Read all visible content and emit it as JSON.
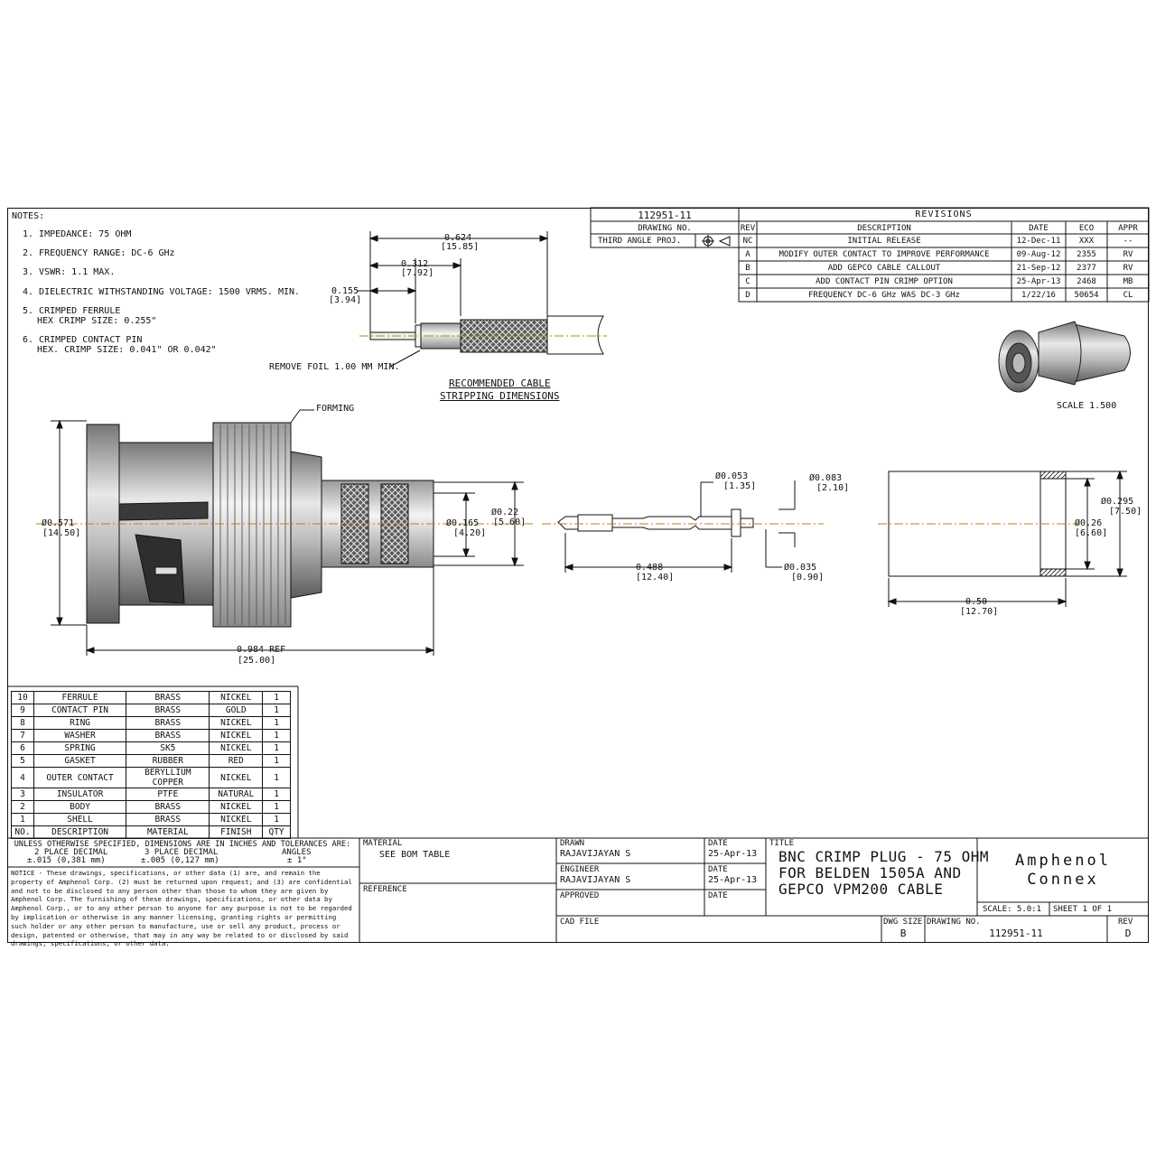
{
  "notes": {
    "heading": "NOTES:",
    "items": [
      "1. IMPEDANCE: 75 OHM",
      "2. FREQUENCY RANGE: DC-6 GHz",
      "3. VSWR: 1.1 MAX.",
      "4. DIELECTRIC WITHSTANDING VOLTAGE: 1500 VRMS. MIN.",
      "5. CRIMPED FERRULE",
      "HEX CRIMP SIZE: 0.255\"",
      "6. CRIMPED CONTACT PIN",
      "HEX. CRIMP SIZE: 0.041\" OR 0.042\""
    ]
  },
  "stripping": {
    "dims": [
      {
        "in": "0.624",
        "mm": "[15.85]"
      },
      {
        "in": "0.312",
        "mm": "[7.92]"
      },
      {
        "in": "0.155",
        "mm": "[3.94]"
      }
    ],
    "remove_foil": "REMOVE FOIL 1.00 MM MIN.",
    "caption_1": "RECOMMENDED CABLE",
    "caption_2": "STRIPPING DIMENSIONS"
  },
  "drawing_block": {
    "number": "112951-11",
    "label": "DRAWING NO.",
    "projection": "THIRD ANGLE PROJ."
  },
  "revisions": {
    "title": "REVISIONS",
    "headers": [
      "REV",
      "DESCRIPTION",
      "DATE",
      "ECO",
      "APPR"
    ],
    "rows": [
      [
        "NC",
        "INITIAL RELEASE",
        "12-Dec-11",
        "XXX",
        "--"
      ],
      [
        "A",
        "MODIFY OUTER CONTACT TO IMPROVE PERFORMANCE",
        "09-Aug-12",
        "2355",
        "RV"
      ],
      [
        "B",
        "ADD GEPCO CABLE CALLOUT",
        "21-Sep-12",
        "2377",
        "RV"
      ],
      [
        "C",
        "ADD CONTACT PIN CRIMP OPTION",
        "25-Apr-13",
        "2468",
        "MB"
      ],
      [
        "D",
        "FREQUENCY DC-6 GHz WAS DC-3 GHz",
        "1/22/16",
        "50654",
        "CL"
      ]
    ]
  },
  "iso_view": {
    "scale": "SCALE 1.500"
  },
  "plug_view": {
    "forming": "FORMING",
    "d1": {
      "in": "Ø0.571",
      "mm": "[14.50]"
    },
    "d2": {
      "in": "Ø0.165",
      "mm": "[4.20]"
    },
    "d3": {
      "in": "Ø0.22",
      "mm": "[5.60]"
    },
    "len": {
      "in": "0.984 REF",
      "mm": "[25.00]"
    }
  },
  "pin_view": {
    "d1": {
      "in": "Ø0.053",
      "mm": "[1.35]"
    },
    "d2": {
      "in": "Ø0.083",
      "mm": "[2.10]"
    },
    "d3": {
      "in": "Ø0.035",
      "mm": "[0.90]"
    },
    "len": {
      "in": "0.488",
      "mm": "[12.40]"
    }
  },
  "ferrule_view": {
    "d1": {
      "in": "Ø0.295",
      "mm": "[7.50]"
    },
    "d2": {
      "in": "Ø0.26",
      "mm": "[6.60]"
    },
    "len": {
      "in": "0.50",
      "mm": "[12.70]"
    }
  },
  "bom": {
    "headers": [
      "NO.",
      "DESCRIPTION",
      "MATERIAL",
      "FINISH",
      "QTY"
    ],
    "rows": [
      [
        "10",
        "FERRULE",
        "BRASS",
        "NICKEL",
        "1"
      ],
      [
        "9",
        "CONTACT PIN",
        "BRASS",
        "GOLD",
        "1"
      ],
      [
        "8",
        "RING",
        "BRASS",
        "NICKEL",
        "1"
      ],
      [
        "7",
        "WASHER",
        "BRASS",
        "NICKEL",
        "1"
      ],
      [
        "6",
        "SPRING",
        "SK5",
        "NICKEL",
        "1"
      ],
      [
        "5",
        "GASKET",
        "RUBBER",
        "RED",
        "1"
      ],
      [
        "4",
        "OUTER CONTACT",
        "BERYLLIUM COPPER",
        "NICKEL",
        "1"
      ],
      [
        "3",
        "INSULATOR",
        "PTFE",
        "NATURAL",
        "1"
      ],
      [
        "2",
        "BODY",
        "BRASS",
        "NICKEL",
        "1"
      ],
      [
        "1",
        "SHELL",
        "BRASS",
        "NICKEL",
        "1"
      ]
    ]
  },
  "tolerances": {
    "line1": "UNLESS OTHERWISE SPECIFIED, DIMENSIONS ARE IN INCHES AND TOLERANCES ARE:",
    "two_place": "2 PLACE DECIMAL",
    "three_place": "3 PLACE DECIMAL",
    "angles": "ANGLES",
    "two_value": "±.015  (0,381 mm)",
    "three_value": "±.005  (0,127 mm)",
    "angle_value": "± 1°"
  },
  "notice": "NOTICE - These drawings, specifications, or other data (1) are, and remain the property of Amphenol Corp. (2) must be returned upon request; and (3) are confidential and not to be disclosed to any person other than those to whom they are given by Amphenol Corp.  The furnishing of these drawings, specifications, or other data by Amphenol Corp., or to any other person to anyone for any purpose is not to be regarded by implication or otherwise in any manner licensing, granting rights or permitting such holder or any other person to manufacture, use or sell any product, process or design, patented or otherwise, that may in any way be related to or disclosed by said drawings, specifications, or other data.",
  "title_block": {
    "material_label": "MATERIAL",
    "material_value": "SEE BOM TABLE",
    "reference_label": "REFERENCE",
    "drawn_label": "DRAWN",
    "drawn_by": "RAJAVIJAYAN S",
    "date_label": "DATE",
    "drawn_date": "25-Apr-13",
    "engineer_label": "ENGINEER",
    "engineer_by": "RAJAVIJAYAN S",
    "engineer_date": "25-Apr-13",
    "approved_label": "APPROVED",
    "cad_label": "CAD FILE",
    "title_label": "TITLE",
    "title_1": "BNC CRIMP PLUG - 75 OHM",
    "title_2": "FOR BELDEN 1505A AND",
    "title_3": "GEPCO VPM200 CABLE",
    "brand_1": "Amphenol",
    "brand_2": "Connex",
    "scale": "SCALE: 5.0:1",
    "sheet": "SHEET   1 OF 1",
    "dwg_size_label": "DWG SIZE",
    "dwg_size": "B",
    "drawing_no_label": "DRAWING NO.",
    "drawing_no": "112951-11",
    "rev_label": "REV",
    "rev": "D"
  }
}
